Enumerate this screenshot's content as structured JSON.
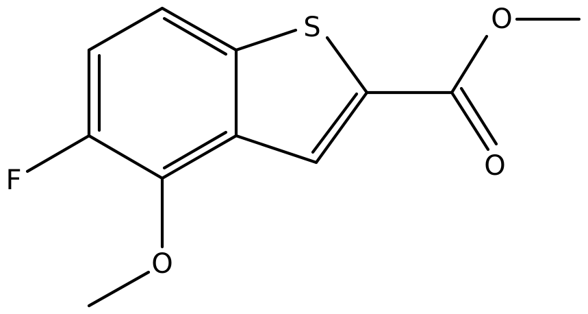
{
  "structure": {
    "atoms": {
      "sulfur": "S",
      "fluorine": "F",
      "ester_oxygen": "O",
      "carbonyl_oxygen": "O",
      "methoxy_oxygen": "O"
    }
  },
  "colors": {
    "bond": "#000000",
    "label": "#000000",
    "background": "#ffffff"
  }
}
